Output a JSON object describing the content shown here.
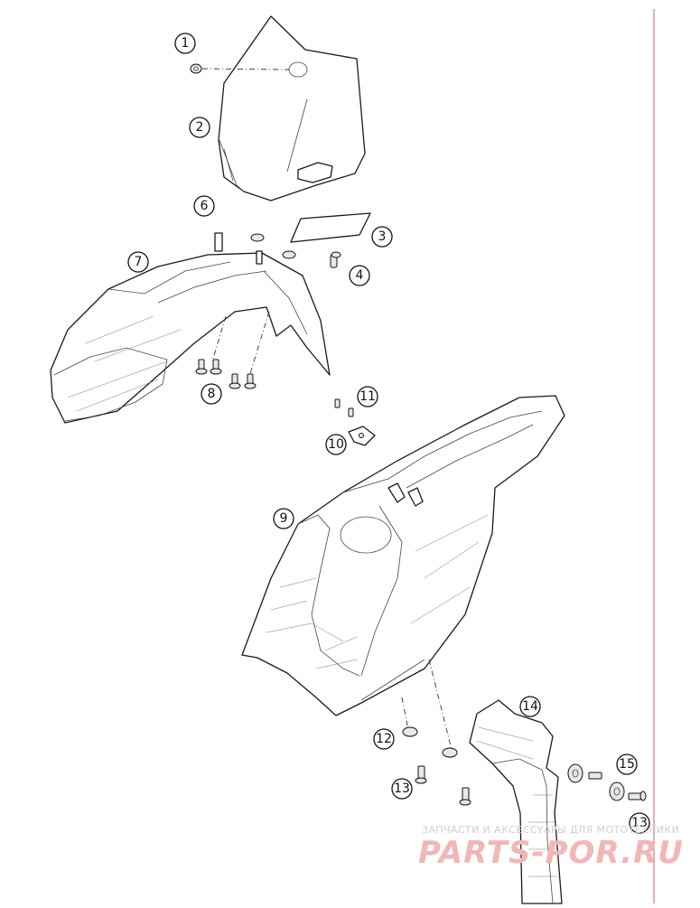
{
  "callouts": {
    "c1": "1",
    "c2": "2",
    "c3": "3",
    "c4": "4",
    "c5": "6",
    "c6": "7",
    "c7": "8",
    "c8": "9",
    "c9": "10",
    "c10": "11",
    "c11": "12",
    "c12": "13",
    "c13": "13",
    "c14": "14",
    "c15": "15"
  },
  "watermark": {
    "tagline": "ЗАПЧАСТИ И АКСЕССУАРЫ ДЛЯ МОТОТЕХНИКИ",
    "brand": "PARTS-POR.RU"
  },
  "colors": {
    "line": "#1a1a1a",
    "margin_rule": "#e05a5a",
    "watermark": "#f2b6b6"
  }
}
